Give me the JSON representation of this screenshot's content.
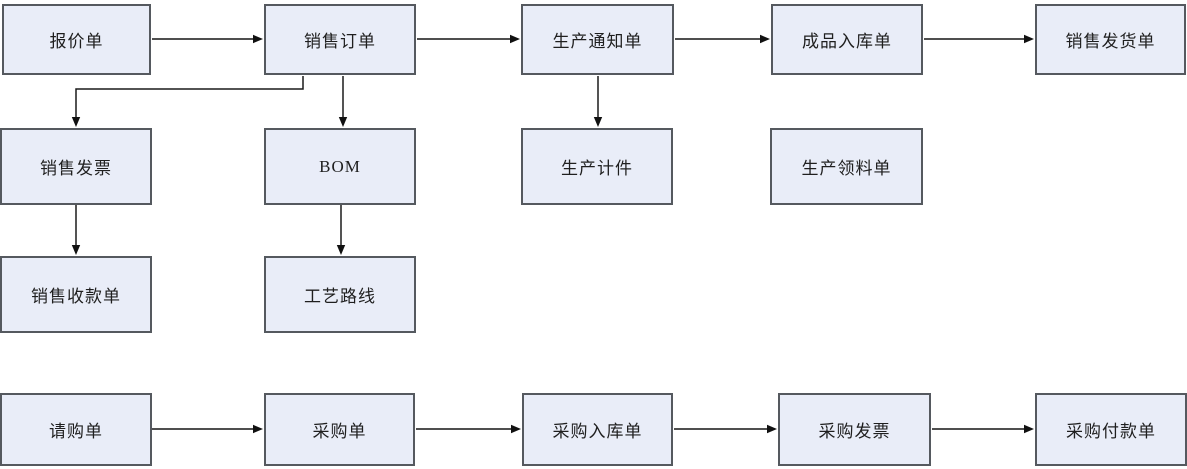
{
  "diagram": {
    "title": "ERP document flow diagram",
    "colors": {
      "node_fill": "#e9edf8",
      "node_border": "#55595f",
      "horizontal_arrow": "#4f4f4f",
      "elbow_arrow": "#1a1a1a",
      "arrowhead": "#111111",
      "background": "#ffffff",
      "text": "#1f1f1f"
    },
    "nodes": {
      "quote": {
        "label": "报价单"
      },
      "sales_order": {
        "label": "销售订单"
      },
      "production_notice": {
        "label": "生产通知单"
      },
      "finished_goods_inbound": {
        "label": "成品入库单"
      },
      "sales_shipment": {
        "label": "销售发货单"
      },
      "sales_invoice": {
        "label": "销售发票"
      },
      "bom": {
        "label": "BOM"
      },
      "production_piecework": {
        "label": "生产计件"
      },
      "production_material_requisition": {
        "label": "生产领料单"
      },
      "sales_receipt": {
        "label": "销售收款单"
      },
      "process_route": {
        "label": "工艺路线"
      },
      "purchase_request": {
        "label": "请购单"
      },
      "purchase_order": {
        "label": "采购单"
      },
      "purchase_inbound": {
        "label": "采购入库单"
      },
      "purchase_invoice": {
        "label": "采购发票"
      },
      "purchase_payment": {
        "label": "采购付款单"
      }
    },
    "edges": [
      {
        "from": "quote",
        "to": "sales_order"
      },
      {
        "from": "sales_order",
        "to": "production_notice"
      },
      {
        "from": "production_notice",
        "to": "finished_goods_inbound"
      },
      {
        "from": "finished_goods_inbound",
        "to": "sales_shipment"
      },
      {
        "from": "sales_order",
        "to": "sales_invoice"
      },
      {
        "from": "sales_order",
        "to": "bom"
      },
      {
        "from": "production_notice",
        "to": "production_piecework"
      },
      {
        "from": "sales_invoice",
        "to": "sales_receipt"
      },
      {
        "from": "bom",
        "to": "process_route"
      },
      {
        "from": "purchase_request",
        "to": "purchase_order"
      },
      {
        "from": "purchase_order",
        "to": "purchase_inbound"
      },
      {
        "from": "purchase_inbound",
        "to": "purchase_invoice"
      },
      {
        "from": "purchase_invoice",
        "to": "purchase_payment"
      }
    ]
  }
}
